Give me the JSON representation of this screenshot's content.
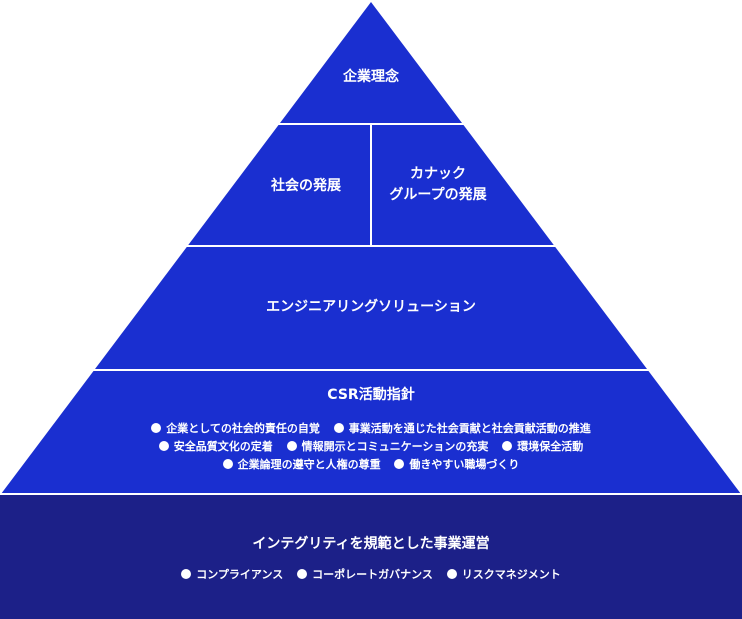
{
  "pyramid": {
    "tier1": {
      "label": "企業理念"
    },
    "tier2": {
      "left_label": "社会の発展",
      "right_label_lines": [
        "カナック",
        "グループの発展"
      ]
    },
    "tier3": {
      "label": "エンジニアリングソリューション"
    },
    "tier4": {
      "title": "CSR活動指針",
      "bullets": [
        [
          "企業としての社会的責任の自覚",
          "事業活動を通じた社会貢献と社会貢献活動の推進"
        ],
        [
          "安全品質文化の定着",
          "情報開示とコミュニケーションの充実",
          "環境保全活動"
        ],
        [
          "企業論理の遵守と人権の尊重",
          "働きやすい職場づくり"
        ]
      ]
    },
    "base": {
      "title": "インテグリティを規範とした事業運営",
      "bullets": [
        "コンプライアンス",
        "コーポレートガバナンス",
        "リスクマネジメント"
      ]
    }
  },
  "colors": {
    "top": "#0ccbe6",
    "mid": "#1a78ea",
    "bottom": "#1a2fd0",
    "base": "#1c2088",
    "divider": "#ffffff"
  }
}
